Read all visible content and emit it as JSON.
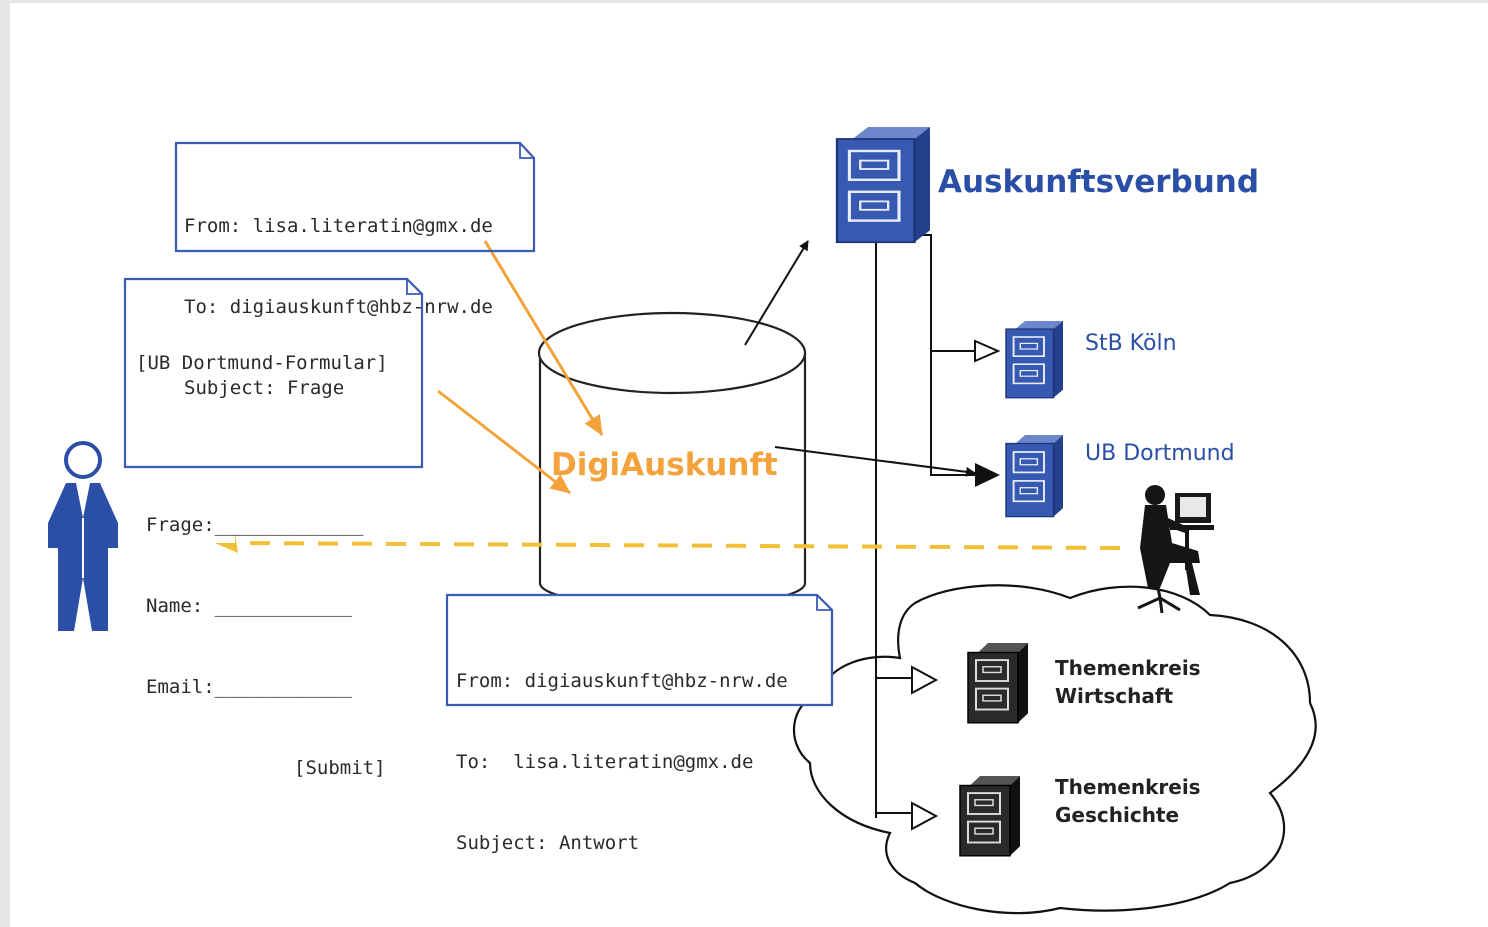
{
  "emails": {
    "request": {
      "from": "From: lisa.literatin@gmx.de",
      "to": "To: digiauskunft@hbz-nrw.de",
      "subject": "Subject: Frage"
    },
    "reply": {
      "from": "From: digiauskunft@hbz-nrw.de",
      "to": "To:  lisa.literatin@gmx.de",
      "subject": "Subject: Antwort"
    }
  },
  "form": {
    "title": "[UB Dortmund-Formular]",
    "frage": "Frage:_____________",
    "name": "Name: ____________",
    "email": "Email:____________",
    "submit": "[Submit]"
  },
  "database": {
    "label": "DigiAuskunft"
  },
  "network": {
    "title": "Auskunftsverbund",
    "nodes": [
      "StB Köln",
      "UB Dortmund"
    ],
    "cloud": [
      {
        "line1": "Themenkreis",
        "line2": "Wirtschaft"
      },
      {
        "line1": "Themenkreis",
        "line2": "Geschichte"
      }
    ]
  },
  "icons": {
    "user": "person-icon",
    "librarian": "librarian-at-computer-icon",
    "cabinet": "filing-cabinet-icon",
    "database": "database-cylinder-icon"
  },
  "colors": {
    "blue": "#2b4fa6",
    "orange": "#f3a23c",
    "yellow": "#f2c037",
    "dark": "#1a1a1a"
  }
}
